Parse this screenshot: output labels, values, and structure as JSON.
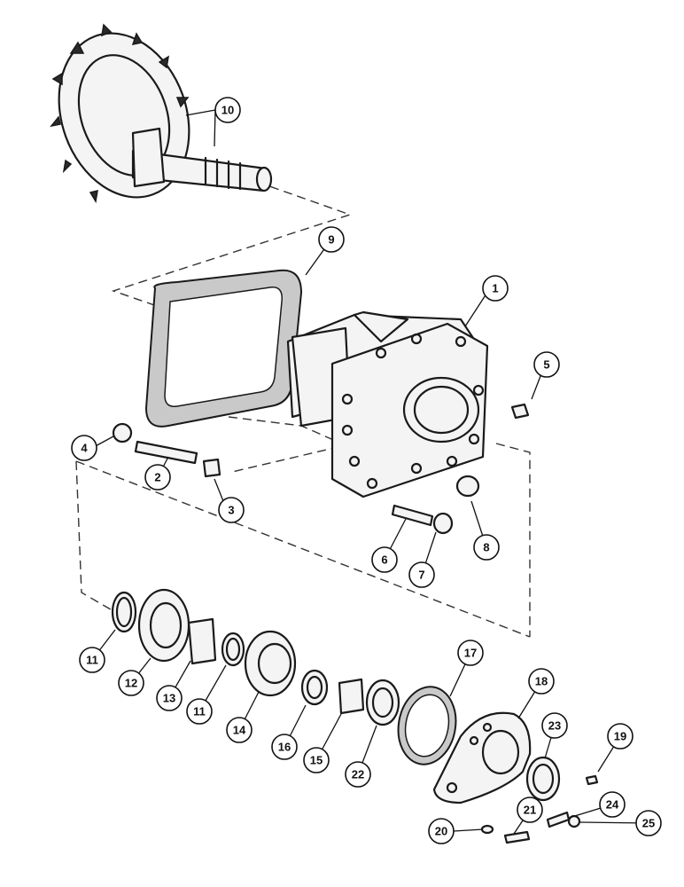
{
  "callouts": [
    {
      "id": "c10a",
      "label": "10"
    },
    {
      "id": "c9",
      "label": "9"
    },
    {
      "id": "c1",
      "label": "1"
    },
    {
      "id": "c5",
      "label": "5"
    },
    {
      "id": "c4",
      "label": "4"
    },
    {
      "id": "c2",
      "label": "2"
    },
    {
      "id": "c3",
      "label": "3"
    },
    {
      "id": "c6",
      "label": "6"
    },
    {
      "id": "c7",
      "label": "7"
    },
    {
      "id": "c8",
      "label": "8"
    },
    {
      "id": "c11a",
      "label": "11"
    },
    {
      "id": "c12",
      "label": "12"
    },
    {
      "id": "c13",
      "label": "13"
    },
    {
      "id": "c11b",
      "label": "11"
    },
    {
      "id": "c14",
      "label": "14"
    },
    {
      "id": "c16",
      "label": "16"
    },
    {
      "id": "c15",
      "label": "15"
    },
    {
      "id": "c22",
      "label": "22"
    },
    {
      "id": "c17",
      "label": "17"
    },
    {
      "id": "c18",
      "label": "18"
    },
    {
      "id": "c23",
      "label": "23"
    },
    {
      "id": "c19",
      "label": "19"
    },
    {
      "id": "c24",
      "label": "24"
    },
    {
      "id": "c25",
      "label": "25"
    },
    {
      "id": "c21",
      "label": "21"
    },
    {
      "id": "c20",
      "label": "20"
    }
  ]
}
